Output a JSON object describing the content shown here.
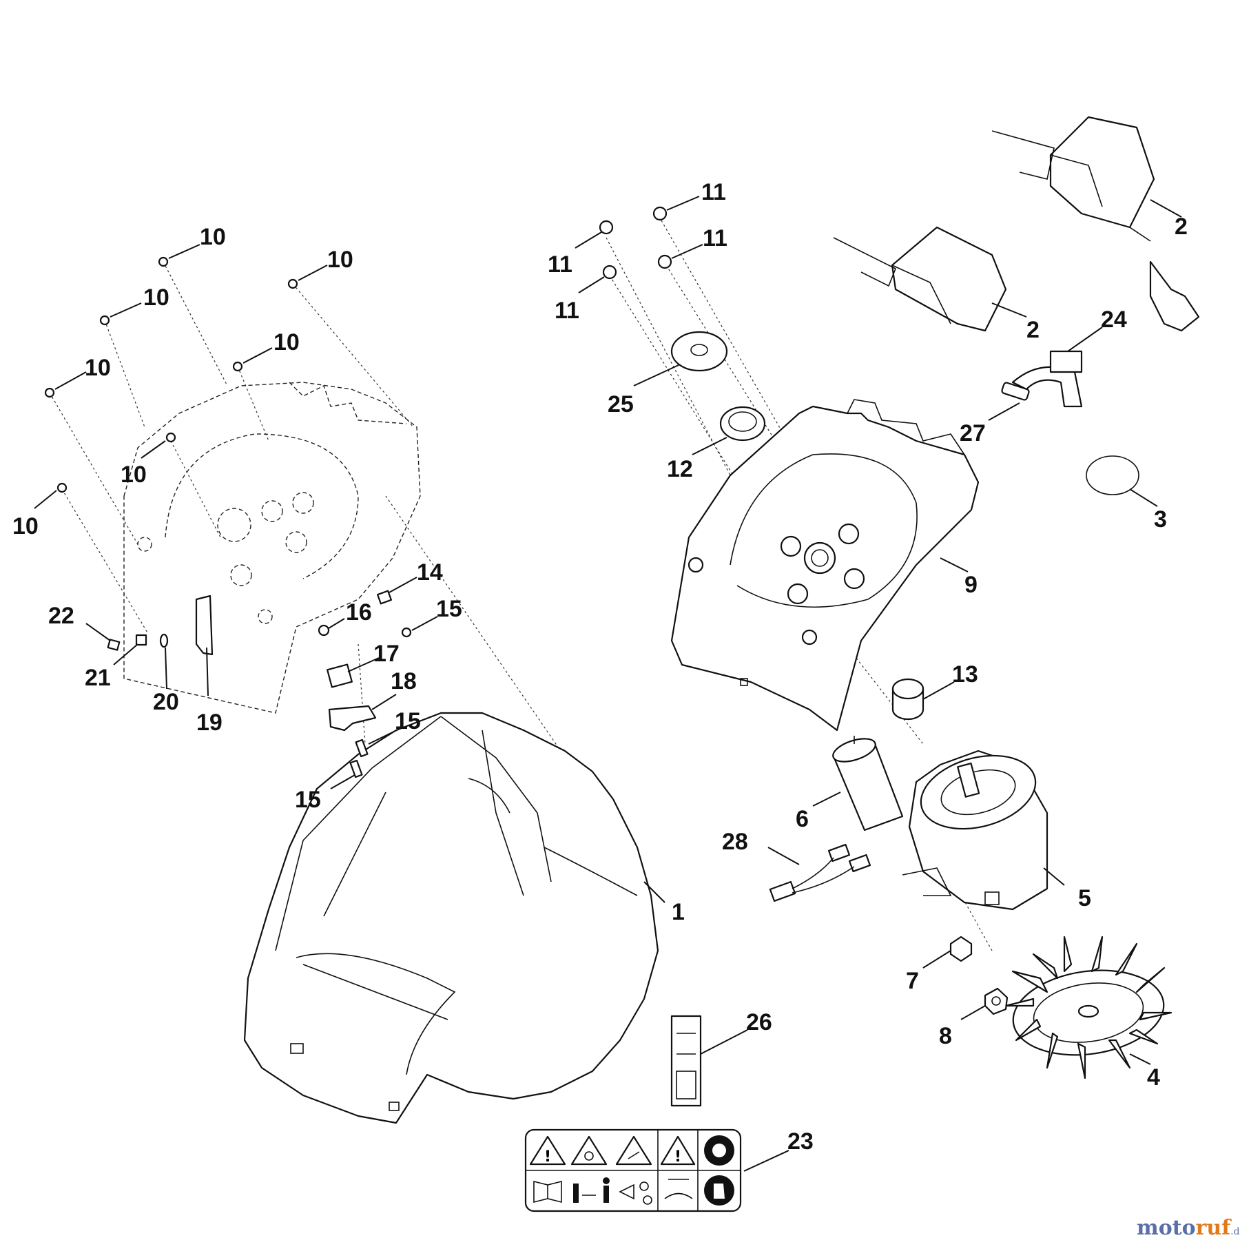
{
  "callouts": {
    "c1": "1",
    "c2a": "2",
    "c2b": "2",
    "c3": "3",
    "c4": "4",
    "c5": "5",
    "c6": "6",
    "c7": "7",
    "c8": "8",
    "c9": "9",
    "c10a": "10",
    "c10b": "10",
    "c10c": "10",
    "c10d": "10",
    "c10e": "10",
    "c10f": "10",
    "c10g": "10",
    "c11a": "11",
    "c11b": "11",
    "c11c": "11",
    "c11d": "11",
    "c12": "12",
    "c13": "13",
    "c14": "14",
    "c15a": "15",
    "c15b": "15",
    "c15c": "15",
    "c16": "16",
    "c17": "17",
    "c18": "18",
    "c19": "19",
    "c20": "20",
    "c21": "21",
    "c22": "22",
    "c23": "23",
    "c24": "24",
    "c25": "25",
    "c26": "26",
    "c27": "27",
    "c28": "28"
  },
  "watermark": {
    "part1": "moto",
    "part2": "ruf",
    "suffix": ".de"
  },
  "icons": {
    "warning": "warning-triangle-icon",
    "manual": "read-manual-icon",
    "distance": "keep-distance-icon",
    "ear": "ear-protection-icon",
    "gloves": "gloves-icon"
  }
}
